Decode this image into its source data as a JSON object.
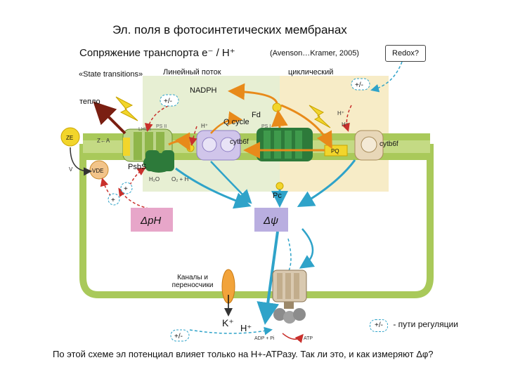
{
  "title": "Эл. поля в фотосинтетических мембранах",
  "subtitle": "Сопряжение транспорта e⁻ / H⁺",
  "citation": "(Avenson…Kramer,  2005)",
  "redox_label": "Redox?",
  "state_transitions": "«State transitions»",
  "linear_flow": "Линейный поток",
  "cyclic_flow": "циклический",
  "nadph": "NADPH",
  "heat": "тепло",
  "q_cycle": "Q cycle",
  "fd": "Fd",
  "cytb6f_left": "cytb6f",
  "cytb6f_right": "cytb6f",
  "pq": "PQ",
  "psbs": "PsbS",
  "pc": "Pc",
  "delta_ph": "ΔpH",
  "delta_psi": "Δψ",
  "channels": "Каналы и переносчики",
  "k_plus": "K⁺",
  "h_plus": "H⁺",
  "reg_plus_minus": "+/-",
  "reg_plus": "+",
  "h2o": "H₂O",
  "o2_h": "O₂ + H⁺",
  "h_small": "H⁺",
  "ze": "ZE",
  "vde": "VDE",
  "z_a": "Z←A",
  "v_label": "V",
  "psii": "PS II",
  "psi": "PS I",
  "lhcii": "LHCII",
  "adp_pi": "ADP + Pi",
  "atp": "ATP",
  "legend_symbol": "+/-",
  "legend_text": "- пути регуляции",
  "caption": "По этой схеме эл потенциал влияет только на H+-АТРазу. Так ли это, и как измеряют Δφ?",
  "colors": {
    "membrane_green": "#a9c95a",
    "linear_panel": "#e7efd3",
    "cyclic_panel": "#f7ecc7",
    "orange": "#e88a1a",
    "blue": "#2fa3c9",
    "red_dashed": "#c9302c",
    "yellow": "#f2d52b",
    "pink": "#e7a6c9",
    "lilac": "#b9aee0",
    "dark_green": "#2d7a3a",
    "tan": "#e8d7b8"
  }
}
